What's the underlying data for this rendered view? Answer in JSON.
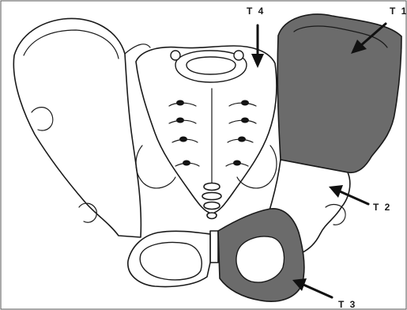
{
  "colors": {
    "background": "#ffffff",
    "outline": "#1a1a1a",
    "highlight": "#6b6b6b"
  },
  "labels": {
    "t1": "T 1",
    "t2": "T 2",
    "t3": "T 3",
    "t4": "T 4"
  },
  "highlighted_regions": [
    "T 1",
    "T 3"
  ]
}
